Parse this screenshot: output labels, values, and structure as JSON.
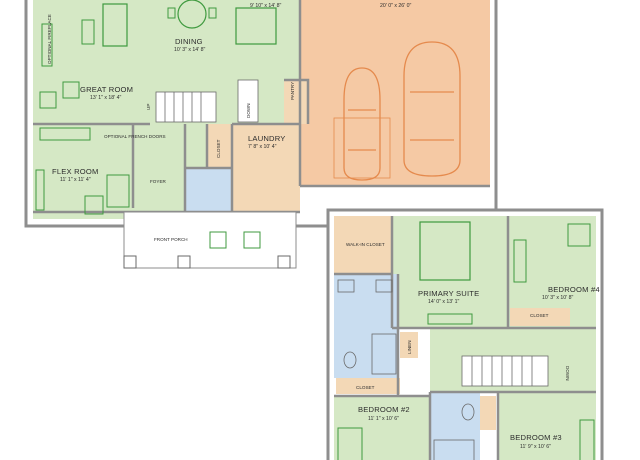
{
  "colors": {
    "living_green": "#d5e8c5",
    "garage_orange": "#f5c9a4",
    "utility_tan": "#f3d8b6",
    "bath_blue": "#c9ddf0",
    "wall": "#8e8e8e",
    "furniture_green": "#3f9a3f",
    "car_orange": "#e58a4d"
  },
  "first_floor": {
    "dining": {
      "name": "DINING",
      "dim": "10' 3\" x 14' 8\""
    },
    "kitchen": {
      "dim": "9' 10\" x 14' 8\""
    },
    "garage": {
      "dim": "20' 0\" x 26' 0\""
    },
    "great_room": {
      "name": "GREAT ROOM",
      "dim": "13' 1\" x 18' 4\""
    },
    "fireplace": {
      "label": "OPTIONAL FIREPLACE"
    },
    "flex_room": {
      "name": "FLEX ROOM",
      "dim": "11' 1\" x 11' 4\""
    },
    "french_doors": {
      "label": "OPTIONAL FRENCH DOORS"
    },
    "laundry": {
      "name": "LAUNDRY",
      "dim": "7' 8\" x 10' 4\""
    },
    "pantry": {
      "label": "PANTRY"
    },
    "closet": {
      "label": "CLOSET"
    },
    "foyer": {
      "label": "FOYER"
    },
    "front_porch": {
      "label": "FRONT PORCH"
    },
    "stair_up": {
      "label": "UP"
    },
    "stair_down": {
      "label": "DOWN"
    }
  },
  "second_floor": {
    "primary_suite": {
      "name": "PRIMARY SUITE",
      "dim": "14' 0\" x 13' 1\""
    },
    "walk_in_closet": {
      "label": "WALK-IN CLOSET"
    },
    "bedroom4": {
      "name": "BEDROOM #4",
      "dim": "10' 3\" x 10' 8\"",
      "closet": "CLOSET"
    },
    "bedroom2": {
      "name": "BEDROOM #2",
      "dim": "11' 1\" x 10' 6\""
    },
    "bedroom3": {
      "name": "BEDROOM #3",
      "dim": "11' 9\" x 10' 6\""
    },
    "hall_closet": {
      "label": "CLOSET"
    },
    "linen": {
      "label": "LINEN"
    },
    "stair_down": {
      "label": "DOWN"
    }
  }
}
